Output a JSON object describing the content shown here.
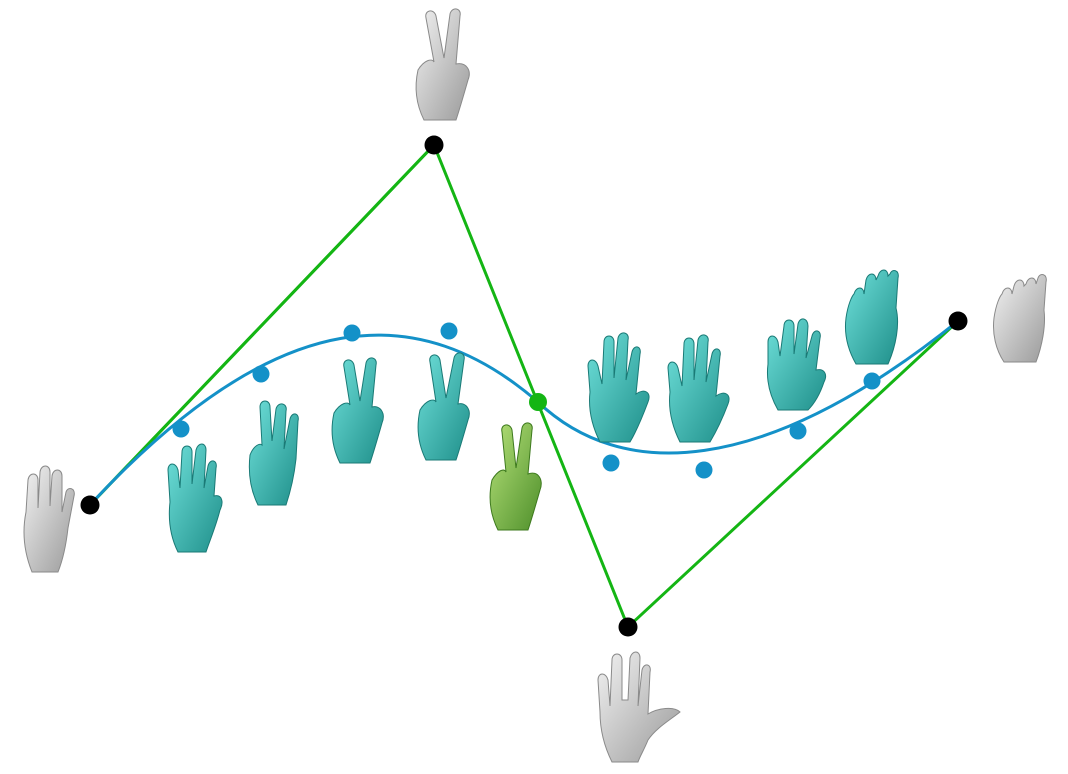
{
  "colors": {
    "background": "#ffffff",
    "control_line": "#14b514",
    "curve": "#1491c8",
    "curve_point": "#1491c8",
    "control_point": "#000000",
    "highlight_point": "#14b514",
    "hand_gray": "#d2d2d2",
    "hand_teal": "#35bfb9",
    "hand_green": "#7fbf4a"
  },
  "diagram": {
    "type": "bezier-hand-pose-interpolation",
    "control_points": [
      {
        "id": "cp1",
        "pose": "open-hand-icon"
      },
      {
        "id": "cp2",
        "pose": "peace-sign-icon"
      },
      {
        "id": "cp3",
        "pose": "vulcan-salute-icon"
      },
      {
        "id": "cp4",
        "pose": "curled-fingers-icon"
      }
    ],
    "curve_samples": 9,
    "highlighted_sample": "mid-point",
    "interpolated_hands": [
      {
        "pose": "open-hand-icon",
        "color": "teal"
      },
      {
        "pose": "two-finger-icon",
        "color": "teal"
      },
      {
        "pose": "peace-sign-icon",
        "color": "teal"
      },
      {
        "pose": "peace-sign-icon",
        "color": "teal"
      },
      {
        "pose": "peace-sign-icon",
        "color": "green"
      },
      {
        "pose": "open-hand-icon",
        "color": "teal"
      },
      {
        "pose": "open-hand-icon",
        "color": "teal"
      },
      {
        "pose": "open-hand-icon",
        "color": "teal"
      },
      {
        "pose": "curled-fingers-icon",
        "color": "teal"
      }
    ]
  }
}
